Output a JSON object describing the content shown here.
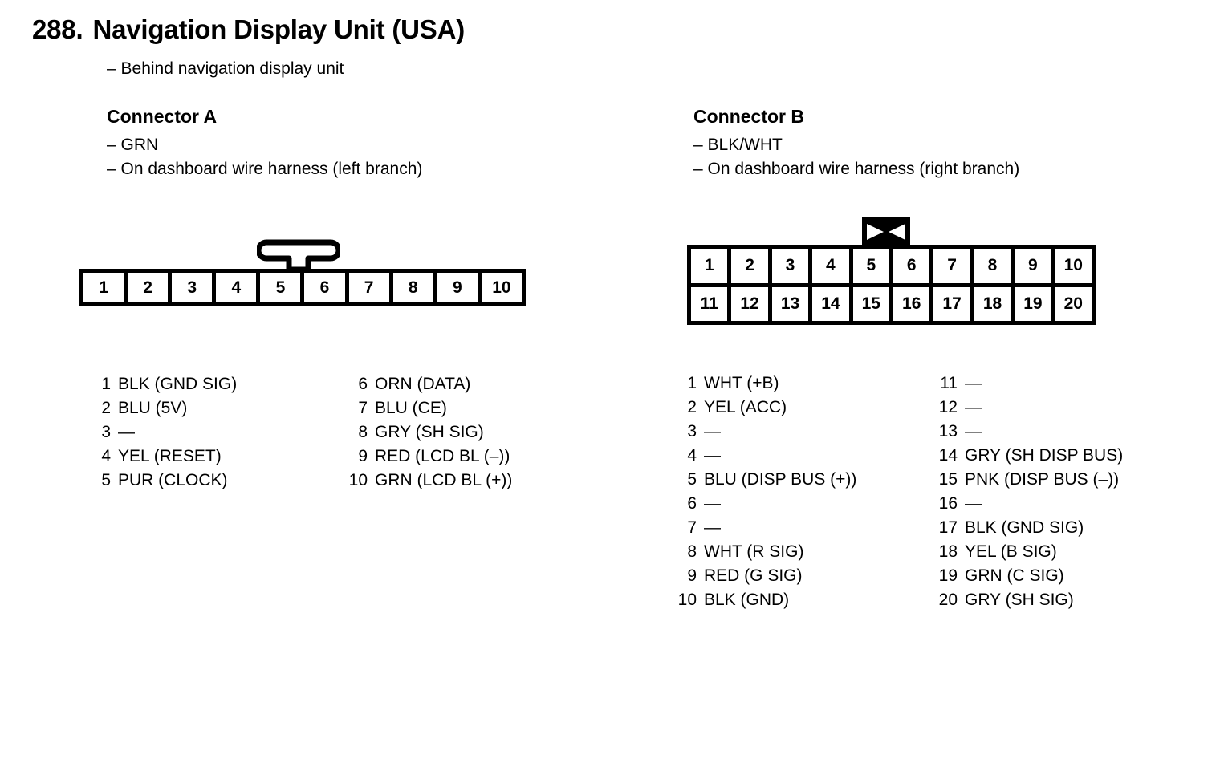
{
  "page": {
    "number": "288.",
    "title": "Navigation Display Unit (USA)",
    "subtitle": "– Behind navigation display unit",
    "ink_color": "#000000",
    "background_color": "#ffffff"
  },
  "connectors": [
    {
      "id": "a",
      "title": "Connector A",
      "notes": [
        "– GRN",
        "– On dashboard wire harness (left branch)"
      ],
      "diagram": {
        "rows": 1,
        "columns": 10,
        "tab_type": "t-tab",
        "tab_position_between_columns": [
          5,
          6
        ],
        "cells": [
          [
            "1",
            "2",
            "3",
            "4",
            "5",
            "6",
            "7",
            "8",
            "9",
            "10"
          ]
        ]
      },
      "pins_left": [
        {
          "no": "1",
          "desc": "BLK (GND SIG)"
        },
        {
          "no": "2",
          "desc": "BLU (5V)"
        },
        {
          "no": "3",
          "desc": "—"
        },
        {
          "no": "4",
          "desc": "YEL (RESET)"
        },
        {
          "no": "5",
          "desc": "PUR (CLOCK)"
        }
      ],
      "pins_right": [
        {
          "no": "6",
          "desc": "ORN (DATA)"
        },
        {
          "no": "7",
          "desc": "BLU (CE)"
        },
        {
          "no": "8",
          "desc": "GRY (SH SIG)"
        },
        {
          "no": "9",
          "desc": "RED (LCD BL (–))"
        },
        {
          "no": "10",
          "desc": "GRN (LCD BL (+))"
        }
      ]
    },
    {
      "id": "b",
      "title": "Connector B",
      "notes": [
        "– BLK/WHT",
        "– On dashboard wire harness (right branch)"
      ],
      "diagram": {
        "rows": 2,
        "columns": 10,
        "tab_type": "bowtie-tab",
        "tab_position_between_columns": [
          5,
          6
        ],
        "cells": [
          [
            "1",
            "2",
            "3",
            "4",
            "5",
            "6",
            "7",
            "8",
            "9",
            "10"
          ],
          [
            "11",
            "12",
            "13",
            "14",
            "15",
            "16",
            "17",
            "18",
            "19",
            "20"
          ]
        ]
      },
      "pins_left": [
        {
          "no": "1",
          "desc": "WHT (+B)"
        },
        {
          "no": "2",
          "desc": "YEL (ACC)"
        },
        {
          "no": "3",
          "desc": "—"
        },
        {
          "no": "4",
          "desc": "—"
        },
        {
          "no": "5",
          "desc": "BLU (DISP BUS (+))"
        },
        {
          "no": "6",
          "desc": "—"
        },
        {
          "no": "7",
          "desc": "—"
        },
        {
          "no": "8",
          "desc": "WHT (R SIG)"
        },
        {
          "no": "9",
          "desc": "RED (G SIG)"
        },
        {
          "no": "10",
          "desc": "BLK (GND)"
        }
      ],
      "pins_right": [
        {
          "no": "11",
          "desc": "—"
        },
        {
          "no": "12",
          "desc": "—"
        },
        {
          "no": "13",
          "desc": "—"
        },
        {
          "no": "14",
          "desc": "GRY (SH DISP BUS)"
        },
        {
          "no": "15",
          "desc": "PNK (DISP BUS (–))"
        },
        {
          "no": "16",
          "desc": "—"
        },
        {
          "no": "17",
          "desc": "BLK (GND SIG)"
        },
        {
          "no": "18",
          "desc": "YEL (B SIG)"
        },
        {
          "no": "19",
          "desc": "GRN (C SIG)"
        },
        {
          "no": "20",
          "desc": "GRY (SH SIG)"
        }
      ]
    }
  ]
}
